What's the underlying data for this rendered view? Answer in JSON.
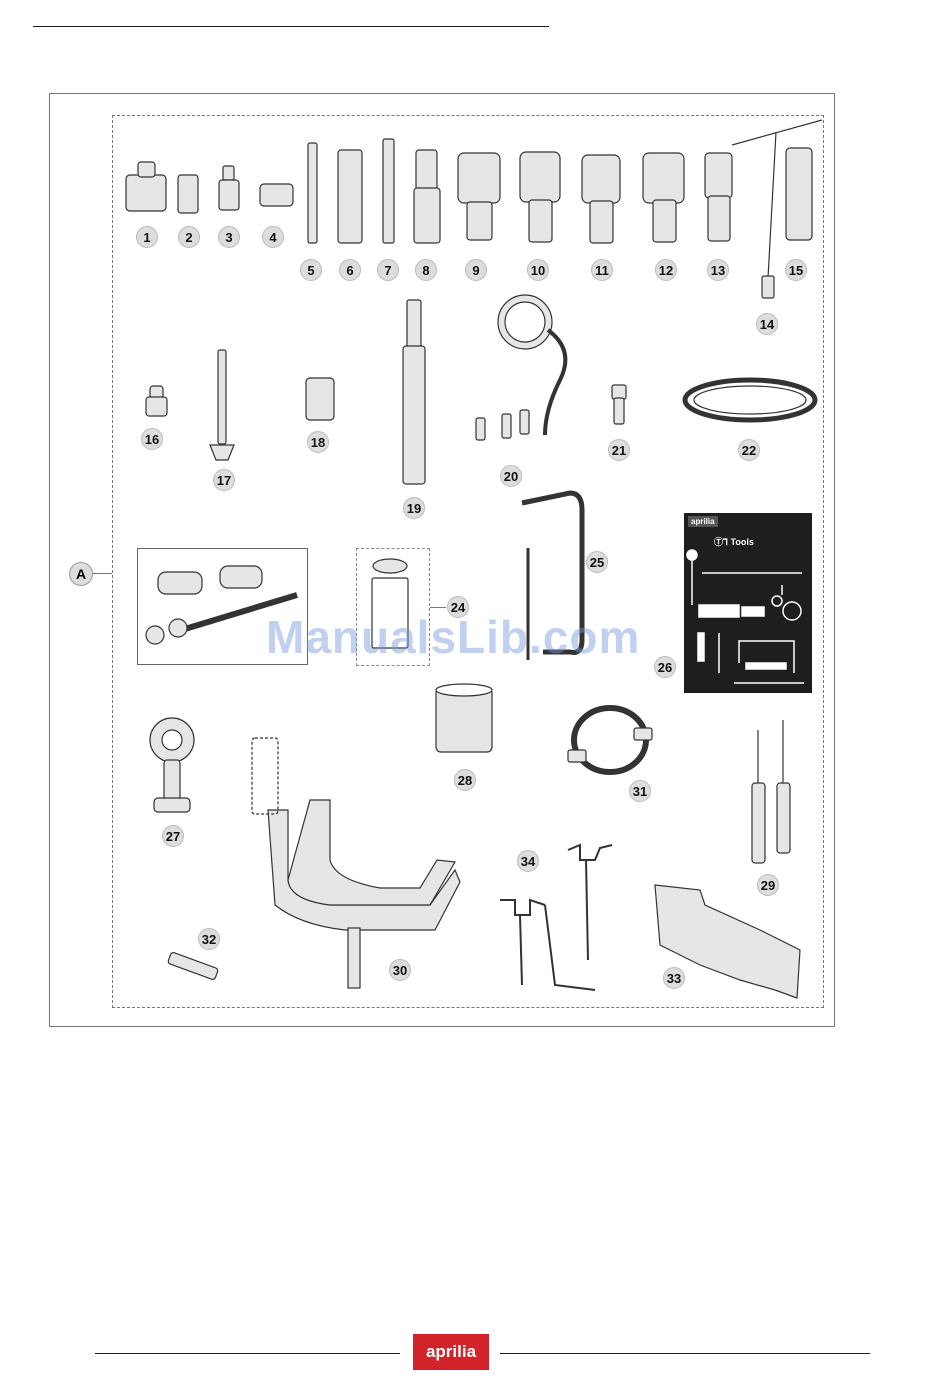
{
  "figure": {
    "group_label": "A",
    "callouts": [
      "1",
      "2",
      "3",
      "4",
      "5",
      "6",
      "7",
      "8",
      "9",
      "10",
      "11",
      "12",
      "13",
      "14",
      "15",
      "16",
      "17",
      "18",
      "19",
      "20",
      "21",
      "22",
      "24",
      "25",
      "26",
      "27",
      "28",
      "29",
      "30",
      "31",
      "32",
      "33",
      "34"
    ],
    "kit_panel": {
      "brand": "aprilia",
      "title": "Ⓣ⅂ Tools"
    }
  },
  "watermark": "ManualsLib.com",
  "footer": {
    "logo_text": "aprilia",
    "logo_color": "#d2232a"
  }
}
